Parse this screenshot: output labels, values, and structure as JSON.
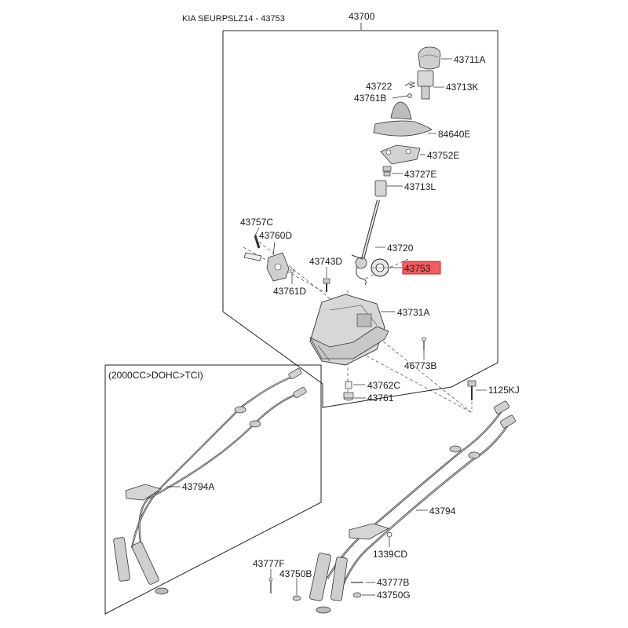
{
  "header": {
    "title": "KIA SEURPSLZ14 - 43753",
    "assembly_number": "43700"
  },
  "inset": {
    "caption": "(2000CC>DOHC>TCI)",
    "part": "43794A"
  },
  "highlight_color": "#f25c5c",
  "parts": [
    {
      "id": "43711A"
    },
    {
      "id": "43722"
    },
    {
      "id": "43713K"
    },
    {
      "id": "43761B"
    },
    {
      "id": "84640E"
    },
    {
      "id": "43752E"
    },
    {
      "id": "43727E"
    },
    {
      "id": "43713L"
    },
    {
      "id": "43757C"
    },
    {
      "id": "43760D"
    },
    {
      "id": "43720"
    },
    {
      "id": "43743D"
    },
    {
      "id": "43753",
      "highlighted": true
    },
    {
      "id": "43761D"
    },
    {
      "id": "43731A"
    },
    {
      "id": "46773B"
    },
    {
      "id": "43762C"
    },
    {
      "id": "43761"
    },
    {
      "id": "1125KJ"
    },
    {
      "id": "43794"
    },
    {
      "id": "1339CD"
    },
    {
      "id": "43777F"
    },
    {
      "id": "43750B"
    },
    {
      "id": "43777B"
    },
    {
      "id": "43750G"
    }
  ]
}
